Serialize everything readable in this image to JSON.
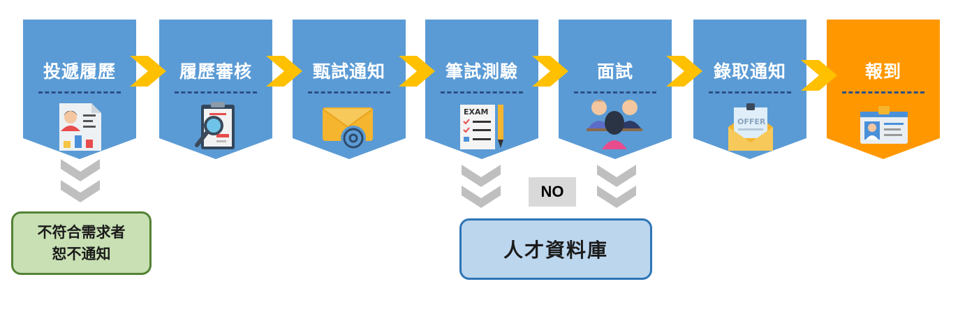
{
  "colors": {
    "step_fill": "#5b9bd5",
    "final_fill": "#ff9800",
    "connector": "#ffc000",
    "down_chevron": "#bfbfbf",
    "dash": "#2c4f87"
  },
  "steps": [
    {
      "label": "投遞履歷",
      "icon": "resume-chart-icon"
    },
    {
      "label": "履歷審核",
      "icon": "resume-magnifier-icon"
    },
    {
      "label": "甄試通知",
      "icon": "email-envelope-icon"
    },
    {
      "label": "筆試測驗",
      "icon": "exam-sheet-icon"
    },
    {
      "label": "面試",
      "icon": "interview-people-icon"
    },
    {
      "label": "錄取通知",
      "icon": "offer-letter-icon"
    },
    {
      "label": "報到",
      "icon": "id-badge-icon"
    }
  ],
  "reject": {
    "line1": "不符合需求者",
    "line2": "恕不通知"
  },
  "no_label": "NO",
  "talent_pool": "人才資料庫"
}
